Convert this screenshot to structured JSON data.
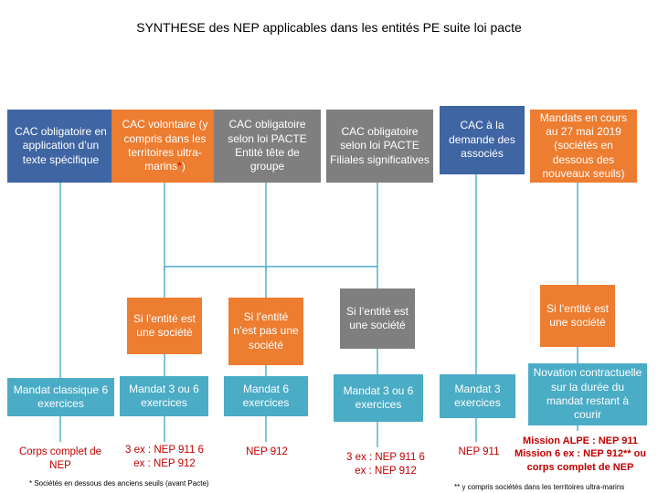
{
  "title": "SYNTHESE des NEP applicables dans les entités PE suite loi pacte",
  "colors": {
    "blue": "#3f65a3",
    "orange": "#ed7d31",
    "gray": "#7f7f7f",
    "teal": "#4bacc6",
    "connector": "#4bacc6",
    "nep_text": "#c00000"
  },
  "columns": [
    {
      "header": "CAC obligatoire en application d’un texte spécifique",
      "mandat": "Mandat classique 6 exercices",
      "nep": "Corps complet de NEP"
    },
    {
      "header": "CAC volontaire (y compris dans les territoires ultra-marins",
      "header_asterisk": "*",
      "header_close": ")",
      "condition": "Si l’entité est une société",
      "mandat": "Mandat 3 ou 6 exercices",
      "nep": "3 ex : NEP 911 6 ex : NEP 912"
    },
    {
      "header": "CAC obligatoire selon loi PACTE Entité tête de groupe",
      "condition": "Si l’entité n’est pas une société",
      "mandat": "Mandat 6 exercices",
      "nep": "NEP 912"
    },
    {
      "header": "CAC obligatoire selon loi PACTE Filiales significatives",
      "condition": "Si l’entité est une société",
      "mandat": "Mandat 3 ou 6 exercices",
      "nep": "3 ex : NEP 911 6 ex : NEP 912"
    },
    {
      "header": "CAC à la demande des associés",
      "mandat": "Mandat 3 exercices",
      "nep": "NEP 911"
    },
    {
      "header": "Mandats en cours au 27 mai 2019 (sociétés en dessous des nouveaux seuils)",
      "condition": "Si l’entité est une société",
      "mandat": "Novation contractuelle sur la durée du mandat restant à courir",
      "nep": "Mission ALPE : NEP 911 Mission 6 ex : NEP 912** ou corps complet de NEP"
    }
  ],
  "footnotes": {
    "left": "* Sociétés en dessous des anciens seuils (avant Pacte)",
    "right": "** y compris sociétés dans les territoires ultra-marins"
  }
}
